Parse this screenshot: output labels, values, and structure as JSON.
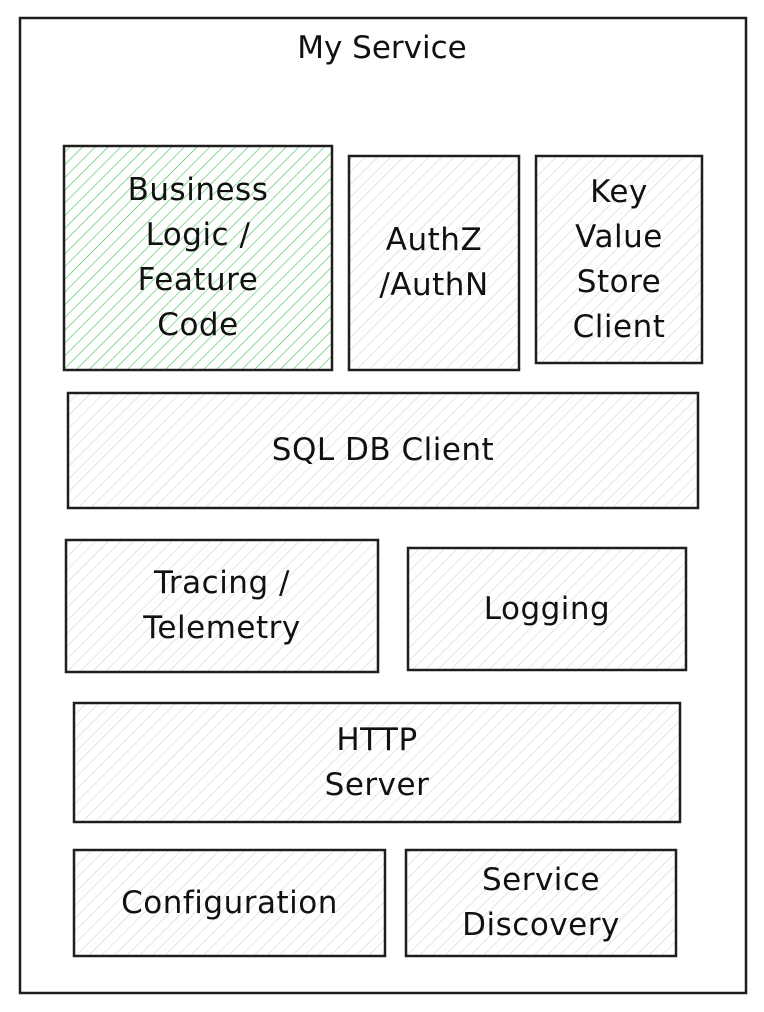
{
  "title": "My Service",
  "colors": {
    "feature_hatch": "#40c057",
    "component_hatch": "#ced4da",
    "stroke": "#1e1e1e"
  },
  "components": {
    "business_logic": "Business\nLogic /\nFeature\nCode",
    "auth": "AuthZ\n/AuthN",
    "kv_store": "Key\nValue\nStore\nClient",
    "sql_db": "SQL DB Client",
    "tracing": "Tracing /\nTelemetry",
    "logging": "Logging",
    "http_server": "HTTP\nServer",
    "configuration": "Configuration",
    "service_discovery": "Service\nDiscovery"
  }
}
